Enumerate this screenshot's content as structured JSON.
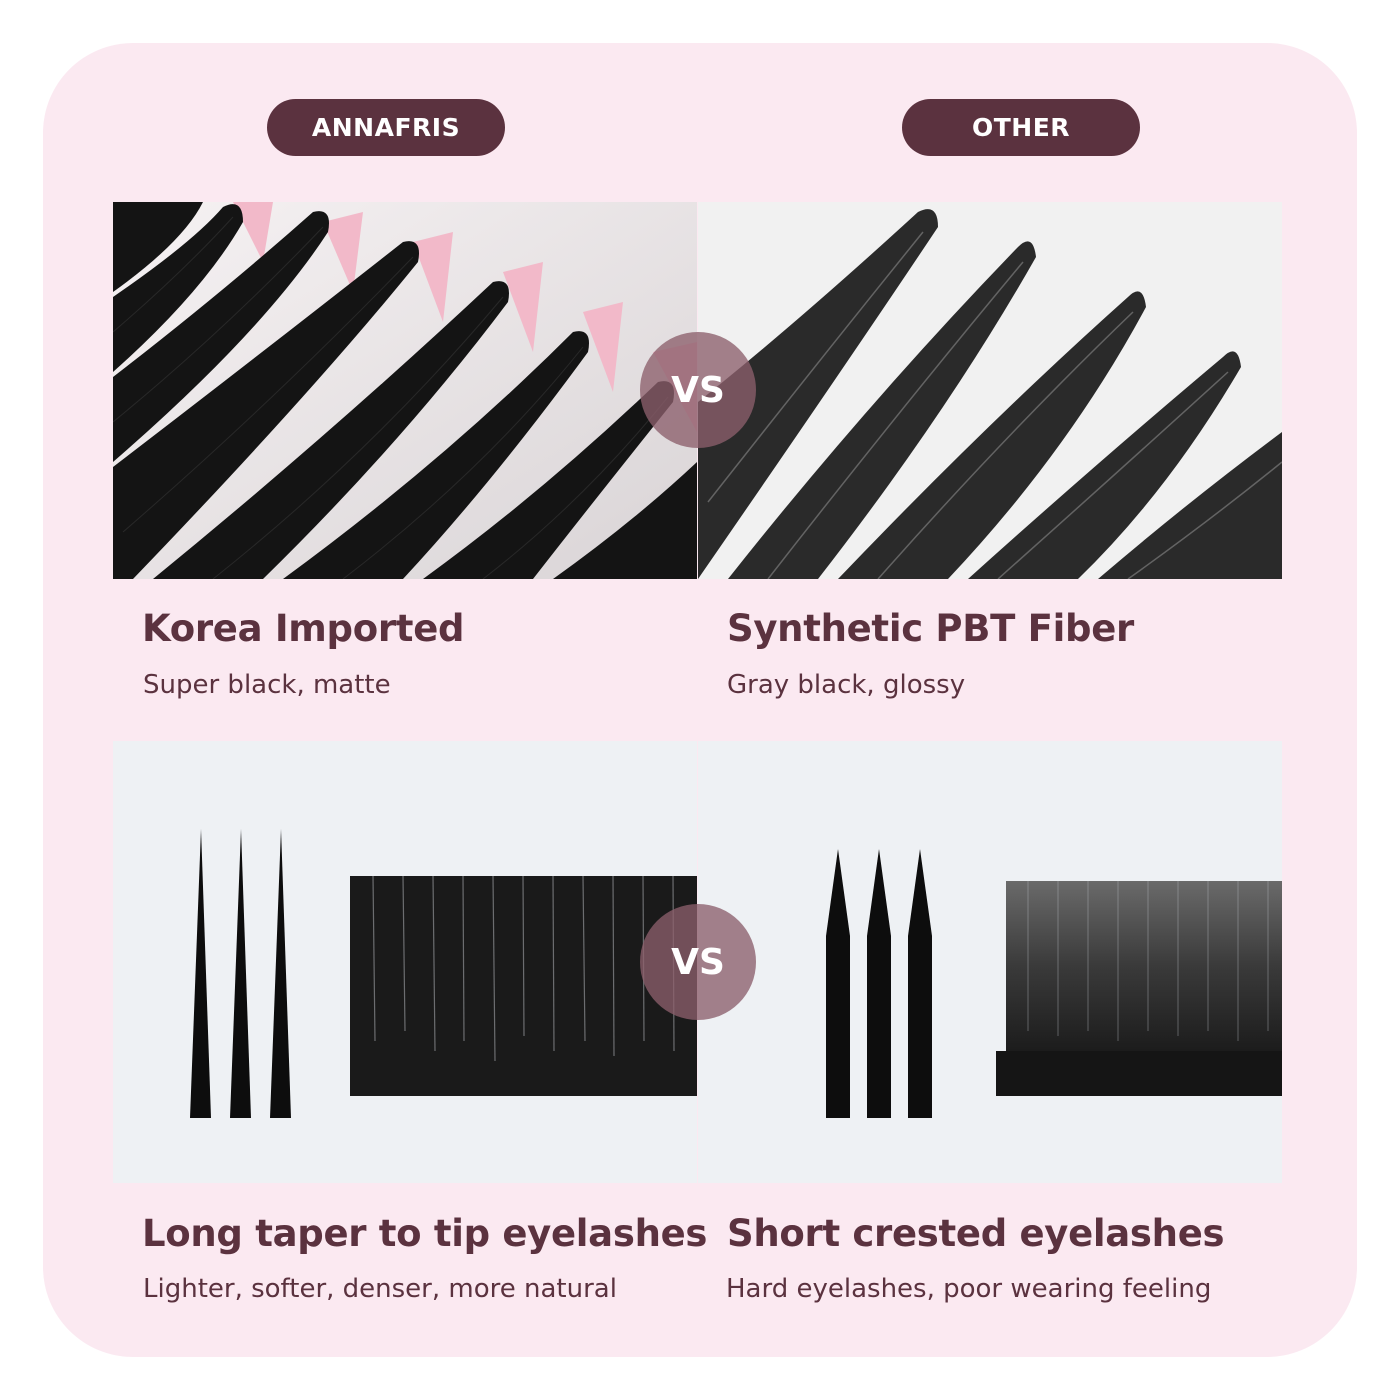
{
  "labels": {
    "left": "ANNAFRIS",
    "right": "OTHER"
  },
  "vs": "VS",
  "comparisons": [
    {
      "left": {
        "title": "Korea Imported",
        "subtitle": "Super black, matte"
      },
      "right": {
        "title": "Synthetic PBT Fiber",
        "subtitle": "Gray black, glossy"
      }
    },
    {
      "left": {
        "title": "Long taper to tip eyelashes",
        "subtitle": "Lighter, softer, denser, more natural"
      },
      "right": {
        "title": "Short crested eyelashes",
        "subtitle": "Hard eyelashes, poor wearing feeling"
      }
    }
  ],
  "colors": {
    "background": "#fbe9f1",
    "accent": "#5b323f",
    "vs_badge": "#8c5f6c"
  }
}
